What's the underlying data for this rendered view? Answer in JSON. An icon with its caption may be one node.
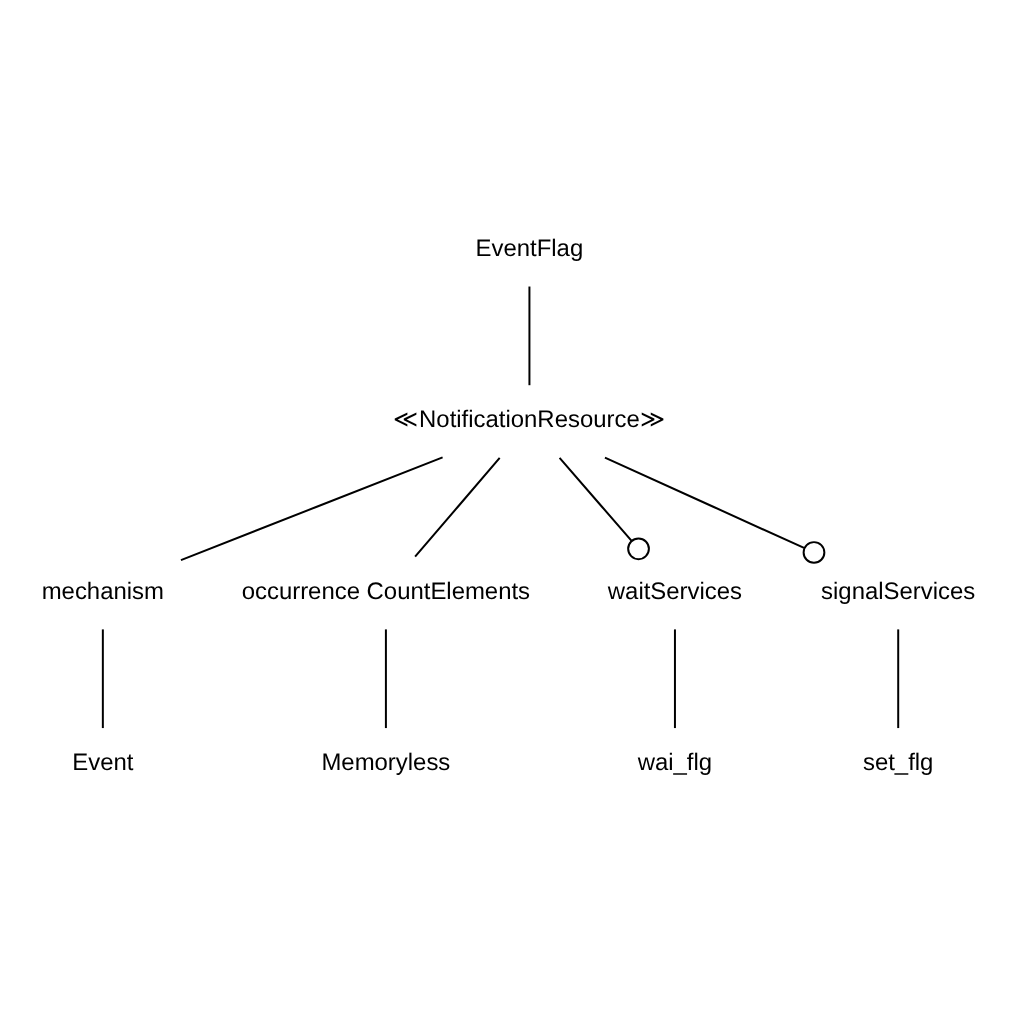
{
  "diagram": {
    "nodes": [
      {
        "text": [
          "EventFlag"
        ]
      },
      {
        "text": [
          "≪NotificationResource≫"
        ]
      },
      {
        "text": [
          "mechanism"
        ]
      },
      {
        "text": [
          "occurrence CountElements"
        ]
      },
      {
        "text": [
          "waitServices"
        ]
      },
      {
        "text": [
          "signalServices"
        ]
      },
      {
        "text": [
          "Event"
        ]
      },
      {
        "text": [
          "Memoryless"
        ]
      },
      {
        "text": [
          "wai_flg"
        ]
      },
      {
        "text": [
          "set_flg"
        ]
      }
    ],
    "edges": [
      {
        "from": 0,
        "to": 1,
        "arrow": "none"
      },
      {
        "from": 1,
        "to": 2,
        "arrow": "none"
      },
      {
        "from": 1,
        "to": 3,
        "arrow": "none"
      },
      {
        "from": 1,
        "to": 4,
        "arrow": "other"
      },
      {
        "from": 1,
        "to": 5,
        "arrow": "other"
      },
      {
        "from": 2,
        "to": 6,
        "arrow": "none"
      },
      {
        "from": 3,
        "to": 7,
        "arrow": "none"
      },
      {
        "from": 4,
        "to": 8,
        "arrow": "none"
      },
      {
        "from": 5,
        "to": 9,
        "arrow": "none"
      }
    ]
  }
}
